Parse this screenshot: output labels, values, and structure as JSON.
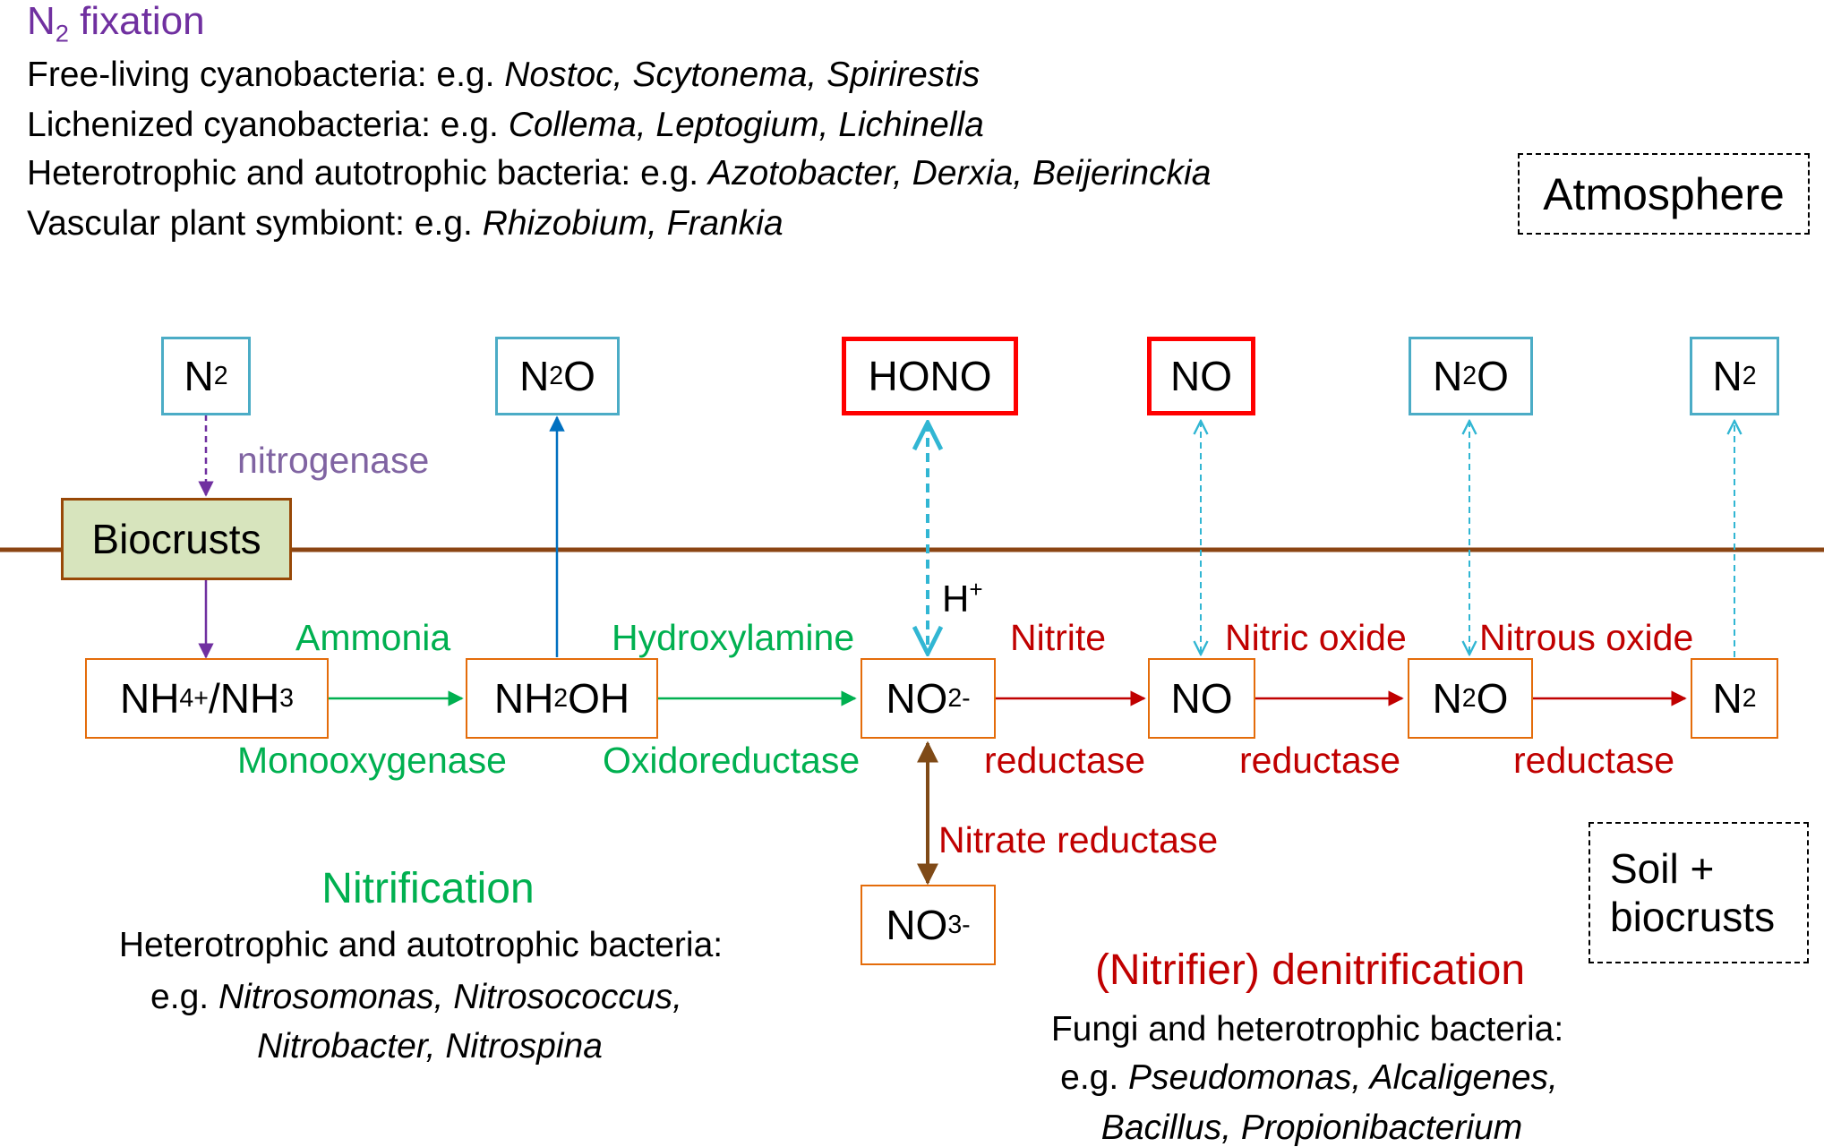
{
  "n2_fixation": {
    "title_main": "N",
    "title_sub": "2",
    "title_rest": " fixation",
    "lines": [
      {
        "label": "Free-living cyanobacteria: e.g. ",
        "examples": "Nostoc, Scytonema, Spirirestis"
      },
      {
        "label": "Lichenized cyanobacteria: e.g. ",
        "examples": "Collema, Leptogium, Lichinella"
      },
      {
        "label": "Heterotrophic and autotrophic bacteria: e.g. ",
        "examples": "Azotobacter, Derxia, Beijerinckia"
      },
      {
        "label": "Vascular plant symbiont: e.g. ",
        "examples": "Rhizobium, Frankia"
      }
    ]
  },
  "zones": {
    "atmosphere": "Atmosphere",
    "soil_line1": "Soil +",
    "soil_line2": "biocrusts"
  },
  "atmosphere_boxes": {
    "n2_left": {
      "main": "N",
      "sub": "2"
    },
    "n2o_left": {
      "main": "N",
      "sub": "2",
      "rest": "O"
    },
    "hono": "HONO",
    "no": "NO",
    "n2o_right": {
      "main": "N",
      "sub": "2",
      "rest": "O"
    },
    "n2_right": {
      "main": "N",
      "sub": "2"
    }
  },
  "biocrusts_label": "Biocrusts",
  "nitrogenase_label": "nitrogenase",
  "h_plus": {
    "main": "H",
    "sup": "+"
  },
  "soil_boxes": {
    "nh4": {
      "a": "NH",
      "a_sub": "4",
      "a_sup": "+",
      "mid": "/NH",
      "b_sub": "3"
    },
    "nh2oh": {
      "a": "NH",
      "a_sub": "2",
      "rest": "OH"
    },
    "no2": {
      "a": "NO",
      "a_sub": "2",
      "a_sup": "-"
    },
    "no": "NO",
    "n2o": {
      "a": "N",
      "a_sub": "2",
      "rest": "O"
    },
    "n2": {
      "a": "N",
      "a_sub": "2"
    },
    "no3": {
      "a": "NO",
      "a_sub": "3",
      "a_sup": "-"
    }
  },
  "enzymes": {
    "ammonia": "Ammonia",
    "monooxygenase": "Monooxygenase",
    "hydroxylamine": "Hydroxylamine",
    "oxidoreductase": "Oxidoreductase",
    "nitrite": "Nitrite",
    "reductase_1": "reductase",
    "nitric_oxide": "Nitric oxide",
    "reductase_2": "reductase",
    "nitrous_oxide": "Nitrous oxide",
    "reductase_3": "reductase",
    "nitrate_reductase": "Nitrate reductase"
  },
  "nitrification": {
    "title": "Nitrification",
    "line1": "Heterotrophic and autotrophic bacteria:",
    "line2_label": "e.g. ",
    "line2_examples": "Nitrosomonas, Nitrosococcus,",
    "line3_examples": "Nitrobacter, Nitrospina"
  },
  "denitrification": {
    "title": "(Nitrifier) denitrification",
    "line1": "Fungi and heterotrophic bacteria:",
    "line2_label": "e.g. ",
    "line2_examples": "Pseudomonas, Alcaligenes,",
    "line3_examples": "Bacillus, Propionibacterium"
  },
  "colors": {
    "surface_line": "#8b4513",
    "gas_box_border": "#4bacc6",
    "reactive_box_border": "#ff0000",
    "soil_box_border": "#e46c0a",
    "biocrusts_fill": "#d7e4bd",
    "biocrusts_border": "#984807",
    "nitrification_green": "#00b050",
    "denitrification_red": "#c00000",
    "fixation_purple": "#7030a0",
    "emission_blue": "#0070c0",
    "exchange_cyan": "#31b6d3"
  }
}
